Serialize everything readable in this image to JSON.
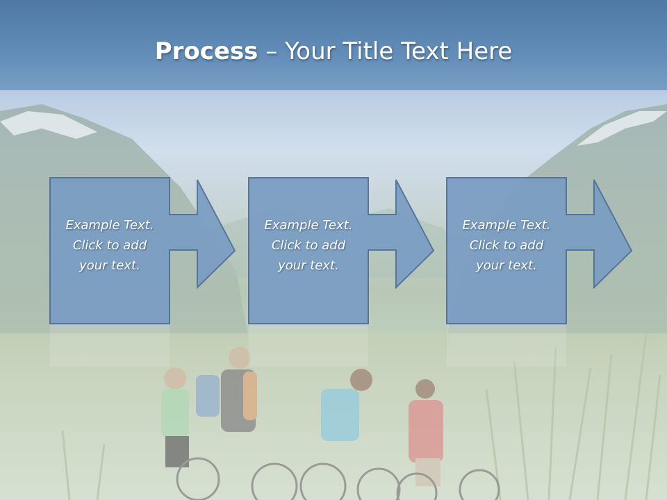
{
  "slide": {
    "title_bold": "Process",
    "title_rest": "– Your Title Text Here"
  },
  "steps": [
    {
      "lines": [
        "Example Text.",
        "Click  to add",
        "your text."
      ]
    },
    {
      "lines": [
        "Example Text.",
        "Click  to add",
        "your text."
      ]
    },
    {
      "lines": [
        "Example Text.",
        "Click  to add",
        "your text."
      ]
    }
  ],
  "colors": {
    "title_bar": "#5a86b3",
    "box_fill": "#7a9dc3",
    "box_stroke": "#4e6f96"
  }
}
